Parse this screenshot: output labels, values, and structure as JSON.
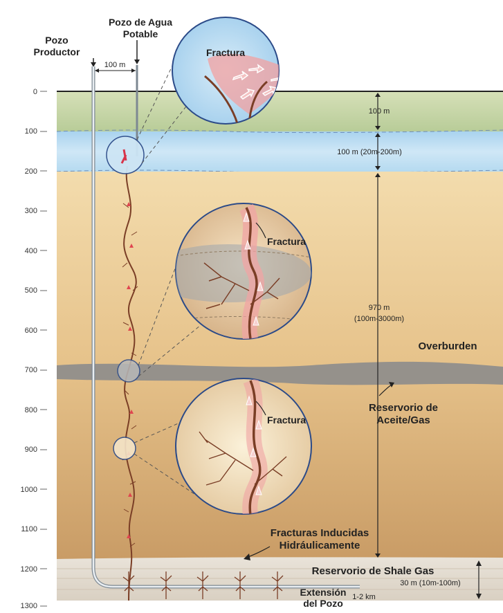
{
  "labels": {
    "pozo_productor": [
      "Pozo",
      "Productor"
    ],
    "pozo_agua": [
      "Pozo de Agua",
      "Potable"
    ],
    "spacing": "100 m",
    "fractura": "Fractura",
    "dim_top": "100 m",
    "dim_aquifer": "100 m (20m-200m)",
    "dim_overburden": [
      "970 m",
      "(100m-3000m)"
    ],
    "overburden": "Overburden",
    "reservorio_aceite": [
      "Reservorio de",
      "Aceite/Gas"
    ],
    "fracturas_inducidas": [
      "Fracturas Inducidas",
      "Hidráulicamente"
    ],
    "shale": "Reservorio de Shale Gas",
    "dim_shale": "30 m (10m-100m)",
    "extension": [
      "Extensión",
      "del Pozo"
    ],
    "extension_len": "1-2 km"
  },
  "depth_axis": [
    "0",
    "100",
    "200",
    "300",
    "400",
    "500",
    "600",
    "700",
    "800",
    "900",
    "1000",
    "1100",
    "1200",
    "1300"
  ],
  "colors": {
    "surface": "#c9d7aa",
    "aquifer": "#bcdcf0",
    "overburden_top": "#f1d9a8",
    "overburden_bottom": "#c89c66",
    "oil_gas_layer": "#8f8f8f",
    "shale": "#e8e1d6",
    "fracture": "#7a3e26",
    "fluid": "#e0454f",
    "circle_border": "#2b4a88"
  }
}
